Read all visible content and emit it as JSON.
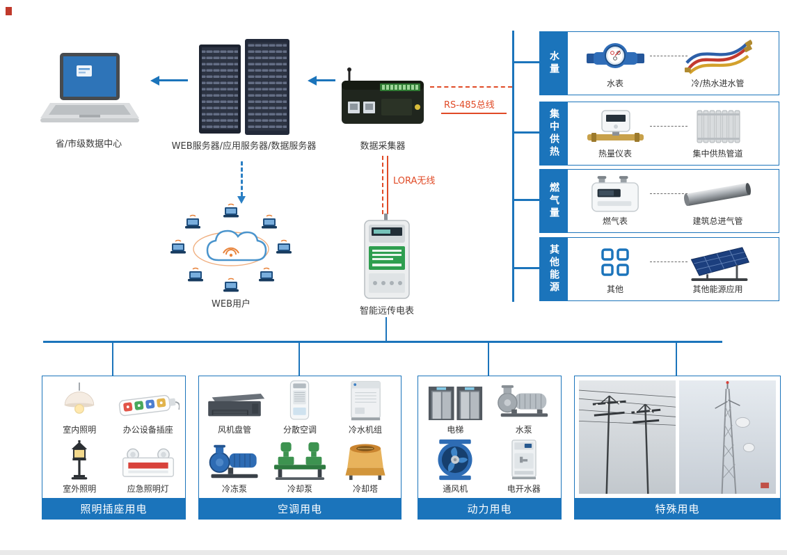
{
  "colors": {
    "blue": "#1b74bb",
    "red": "#e04a26"
  },
  "top": {
    "data_center": "省/市级数据中心",
    "servers": "WEB服务器/应用服务器/数据服务器",
    "collector": "数据采集器",
    "rs485": "RS-485总线",
    "lora": "LORA无线",
    "web_users": "WEB用户",
    "smart_meter": "智能远传电表"
  },
  "right_panel": {
    "groups": [
      {
        "title": "水量",
        "item1": "水表",
        "item2": "冷/热水进水管"
      },
      {
        "title": "集中供热",
        "item1": "热量仪表",
        "item2": "集中供热管道"
      },
      {
        "title": "燃气量",
        "item1": "燃气表",
        "item2": "建筑总进气管"
      },
      {
        "title": "其他能源",
        "item1": "其他",
        "item2": "其他能源应用"
      }
    ]
  },
  "bottom": {
    "groups": [
      {
        "title": "照明插座用电",
        "items": [
          "室内照明",
          "办公设备插座",
          "室外照明",
          "应急照明灯"
        ]
      },
      {
        "title": "空调用电",
        "items": [
          "风机盘管",
          "分散空调",
          "冷水机组",
          "冷冻泵",
          "冷却泵",
          "冷却塔"
        ]
      },
      {
        "title": "动力用电",
        "items": [
          "电梯",
          "水泵",
          "通风机",
          "电开水器"
        ]
      },
      {
        "title": "特殊用电",
        "items": []
      }
    ]
  }
}
